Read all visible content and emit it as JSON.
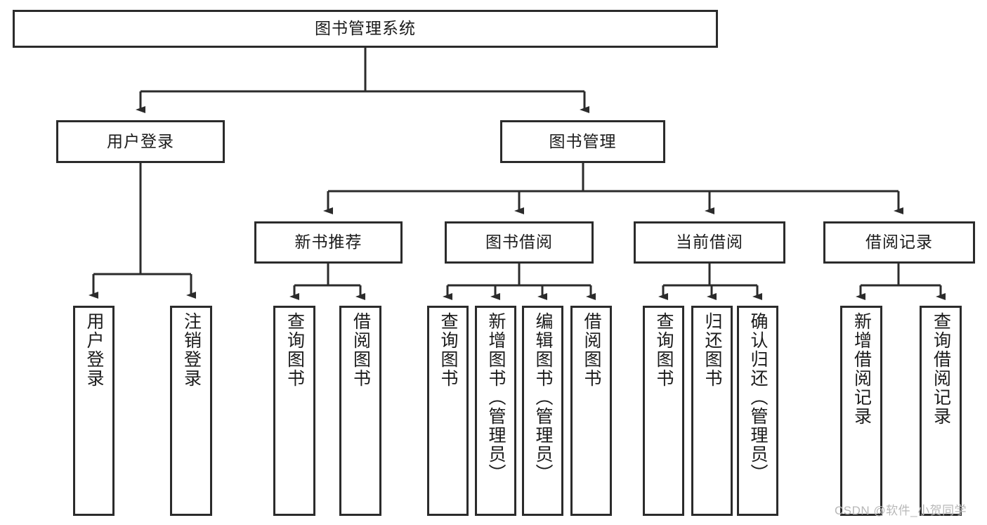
{
  "diagram": {
    "title": "图书管理系统",
    "type": "tree-hierarchy-diagram",
    "root": {
      "label": "图书管理系统"
    },
    "level2": [
      {
        "label": "用户登录"
      },
      {
        "label": "图书管理"
      }
    ],
    "level3": [
      {
        "label": "新书推荐"
      },
      {
        "label": "图书借阅"
      },
      {
        "label": "当前借阅"
      },
      {
        "label": "借阅记录"
      }
    ],
    "leaves": {
      "user_login": [
        {
          "label": "用户登录"
        },
        {
          "label": "注销登录"
        }
      ],
      "new_book_recommend": [
        {
          "label": "查询图书"
        },
        {
          "label": "借阅图书"
        }
      ],
      "book_borrow": [
        {
          "label": "查询图书"
        },
        {
          "label": "新增图书（管理员）"
        },
        {
          "label": "编辑图书（管理员）"
        },
        {
          "label": "借阅图书"
        }
      ],
      "current_borrow": [
        {
          "label": "查询图书"
        },
        {
          "label": "归还图书"
        },
        {
          "label": "确认归还（管理员）"
        }
      ],
      "borrow_record": [
        {
          "label": "新增借阅记录"
        },
        {
          "label": "查询借阅记录"
        }
      ]
    }
  },
  "watermark": {
    "text": "CSDN @软件_小贺同学"
  },
  "colors": {
    "border": "#2b2b2b",
    "background": "#ffffff",
    "text": "#1b1b1b",
    "watermark": "#b8b8b8"
  }
}
